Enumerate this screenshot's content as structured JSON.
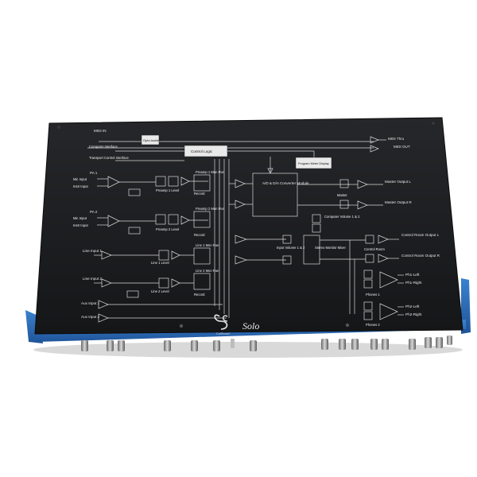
{
  "device": {
    "brand_script": "Solo",
    "brand_small": "CadSound",
    "colors": {
      "panel": "#1c1d1f",
      "chassis_blue": "#2f6fb8",
      "background": "#ffffff"
    }
  },
  "labels": {
    "midi_in": "MIDI IN",
    "opto": "Opto-Isolator",
    "midi_thru": "MIDI Thru",
    "midi_out": "MIDI OUT",
    "computer_interface": "Computer Interface",
    "transport": "Transport Control Interface",
    "control_logic": "Control Logic",
    "program_meter": "Program Meter Display",
    "ad_converter": "A/D & D/A Converter Module",
    "pa1": "PA 1",
    "mic_input1": "Mic Input",
    "instr_input1": "Instr Input",
    "pa2": "PA 2",
    "mic_input2": "Mic Input",
    "instr_input2": "Instr Input",
    "preamp1_level": "Preamp 1 Level",
    "preamp2_level": "Preamp 2 Level",
    "preamp1_mon": "Preamp 1 Mon Pan",
    "preamp2_mon": "Preamp 2 Mon Pan",
    "line_input1": "Line Input 1",
    "line_input2": "Line Input 2",
    "line1_level": "Line 1 Level",
    "line2_level": "Line 2 Level",
    "line1_mon": "Line 1 Mon Pan",
    "line2_mon": "Line 2 Mon Pan",
    "aux_input1": "Aux Input 1",
    "aux_input2": "Aux Input 2",
    "record": "Record",
    "master": "Master",
    "master_out_l": "Master Output L",
    "master_out_r": "Master Output R",
    "computer_volume": "Computer Volume 1 & 2",
    "input_volume": "Input Volume 1 & 2",
    "stereo_monitor": "Stereo Monitor Mixer",
    "control_room": "Control Room",
    "control_room_out_l": "Control Room Output L",
    "control_room_out_r": "Control Room Output R",
    "ph1_left": "Ph1-Left",
    "ph1_right": "Ph1-Right",
    "phones1": "Phones 1",
    "ph2_left": "Ph2-Left",
    "ph2_right": "Ph2-Right",
    "phones2": "Phones 2"
  }
}
